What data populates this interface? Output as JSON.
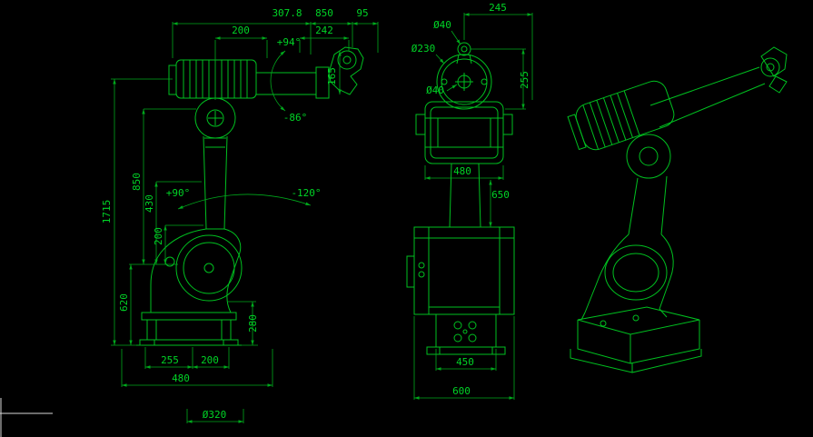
{
  "app": {
    "background": "#000000",
    "line_color": "#00c020",
    "text_color": "#00d426"
  },
  "side_view": {
    "top_dims": {
      "reach_offset": "307.8",
      "arm_length": "850",
      "wrist_len": "95",
      "rear_len": "200",
      "forearm_len": "242"
    },
    "angle_dims": {
      "wrist_plus": "+94°",
      "wrist_minus": "-86°",
      "shoulder_plus": "+90°",
      "shoulder_minus": "-120°"
    },
    "height_dims": {
      "total_height": "1715",
      "arm_height": "850",
      "link_height": "430",
      "link_offset": "200",
      "base_height": "620",
      "base_side": "280",
      "wrist_height": "165"
    },
    "bottom_dims": {
      "foot_left": "255",
      "foot_right": "200",
      "base_width": "480",
      "base_circle": "Ø320"
    }
  },
  "front_view": {
    "top_dims": {
      "head_width": "245",
      "flange_hole": "Ø40",
      "flange_dia": "Ø230",
      "center_hole": "Ø40",
      "head_height": "255"
    },
    "body_dims": {
      "shoulder_width": "480",
      "body_height": "650"
    },
    "base_dims": {
      "base_inner_width": "450",
      "base_outer_width": "600"
    }
  }
}
